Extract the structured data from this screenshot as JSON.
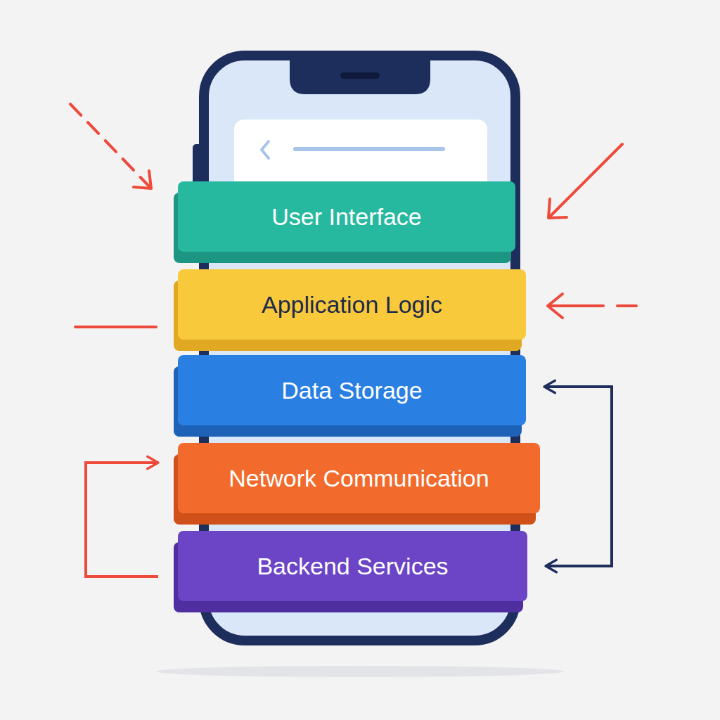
{
  "diagram": {
    "nodes": [
      {
        "text": [
          "User Interface"
        ]
      },
      {
        "text": [
          "Application Logic"
        ]
      },
      {
        "text": [
          "Data Storage"
        ]
      },
      {
        "text": [
          "Network Communication"
        ]
      },
      {
        "text": [
          "Backend Services"
        ]
      }
    ],
    "edges": [
      {
        "from": 2,
        "to": 4,
        "arrow": "both"
      },
      {
        "from": 4,
        "to": 3,
        "arrow": "to"
      }
    ]
  }
}
